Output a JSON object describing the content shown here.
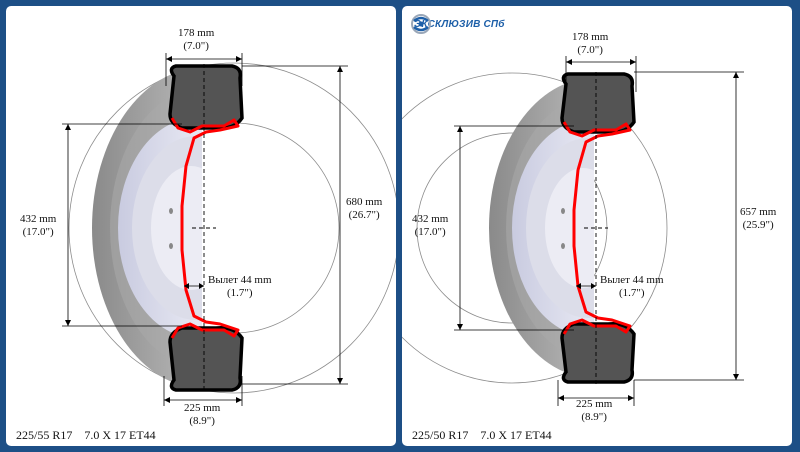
{
  "brand": {
    "name": "ЭКСКЛЮЗИВ СПб",
    "logo_icon": "swirl-logo-icon"
  },
  "colors": {
    "frame": "#1d4f86",
    "panel": "#ffffff",
    "profile": "#ff0000",
    "tire_outline": "#000000",
    "brand": "#1d5fa8"
  },
  "panels": [
    {
      "caption": "225/55 R17    7.0 X 17 ET44",
      "rim_width_mm": "178 mm",
      "rim_width_in": "(7.0\")",
      "rim_diameter_mm": "432 mm",
      "rim_diameter_in": "(17.0\")",
      "overall_diameter_mm": "680 mm",
      "overall_diameter_in": "(26.7\")",
      "offset_mm": "Вылет 44 mm",
      "offset_in": "(1.7\")",
      "tire_width_mm": "225 mm",
      "tire_width_in": "(8.9\")"
    },
    {
      "caption": "225/50 R17    7.0 X 17 ET44",
      "rim_width_mm": "178 mm",
      "rim_width_in": "(7.0\")",
      "rim_diameter_mm": "432 mm",
      "rim_diameter_in": "(17.0\")",
      "overall_diameter_mm": "657 mm",
      "overall_diameter_in": "(25.9\")",
      "offset_mm": "Вылет 44 mm",
      "offset_in": "(1.7\")",
      "tire_width_mm": "225 mm",
      "tire_width_in": "(8.9\")"
    }
  ]
}
